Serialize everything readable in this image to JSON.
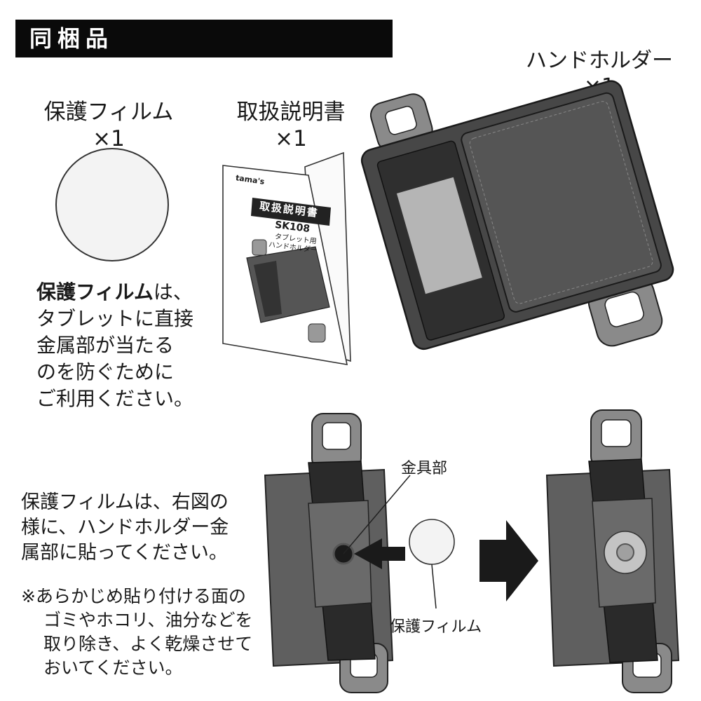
{
  "header": {
    "title": "同梱品"
  },
  "items": {
    "film": {
      "name": "保護フィルム",
      "qty": "×1"
    },
    "manual": {
      "name": "取扱説明書",
      "qty": "×1"
    },
    "holder": {
      "name": "ハンドホルダー",
      "qty": "×1"
    }
  },
  "manual_cover": {
    "brand": "tama's",
    "title": "取扱説明書",
    "model": "SK108",
    "desc_line1": "タブレット用",
    "desc_line2": "ハンドホルダー"
  },
  "film_note": {
    "bold": "保護フィルム",
    "line1_rest": "は、",
    "line2": "タブレットに直接",
    "line3": "金属部が当たる",
    "line4": "のを防ぐために",
    "line5": "ご利用ください。"
  },
  "instructions": {
    "line1": "保護フィルムは、右図の",
    "line2": "様に、ハンドホルダー金",
    "line3": "属部に貼ってください。"
  },
  "caution": {
    "line1": "※あらかじめ貼り付ける面の",
    "line2": "ゴミやホコリ、油分などを",
    "line3": "取り除き、よく乾燥させて",
    "line4": "おいてください。"
  },
  "callouts": {
    "metal": "金具部",
    "film": "保護フィルム"
  },
  "colors": {
    "header_bg": "#0a0a0a",
    "tablet": "#5f5f5f",
    "holder_dark": "#3a3a3a",
    "strap": "#2a2a2a",
    "loop": "#8a8a8a",
    "film_fill": "#f3f3f3"
  }
}
